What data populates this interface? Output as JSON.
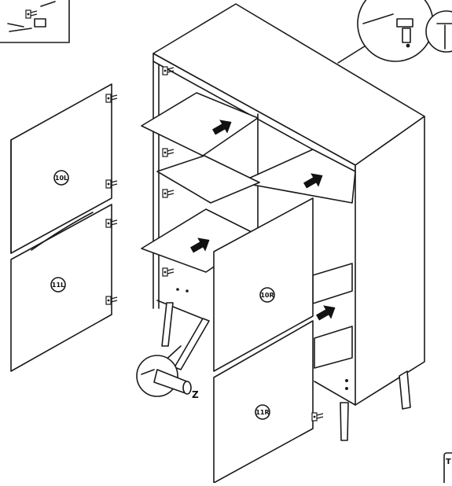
{
  "parts": {
    "door_upper_left": "10L",
    "door_lower_left": "11L",
    "door_upper_right": "10R",
    "door_lower_right": "11R",
    "connector": "Z",
    "corner_tag": "T"
  },
  "icons": [
    "arrow-icon",
    "hinge-icon",
    "screw-icon",
    "magnifier-callout"
  ],
  "colors": {
    "line": "#1a1a1a",
    "paper": "#ffffff",
    "arrow": "#111111"
  }
}
